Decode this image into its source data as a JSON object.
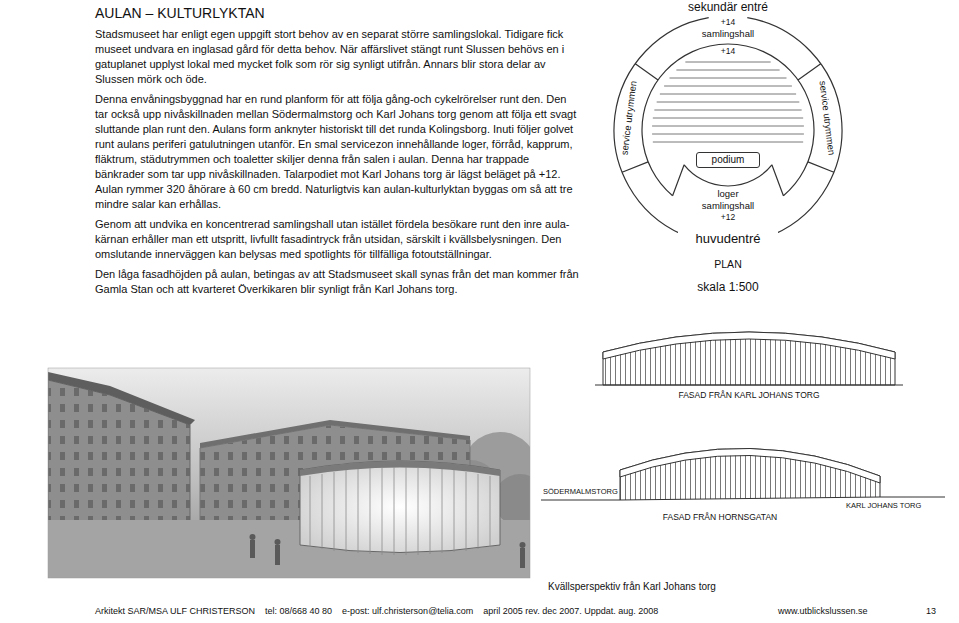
{
  "diagram": {
    "title": "AULAN – KULTURLYKTAN",
    "caption": "Kvällsperspektiv från Karl Johans torg",
    "nodes": [
      {
        "text": [
          "sekundär entré",
          "huvudentré"
        ]
      },
      {
        "text": [
          "+14",
          "samlingshall"
        ],
        "in": 0
      },
      {
        "text": [
          "service utrymmen"
        ],
        "in": 0
      },
      {
        "text": [
          "service utrymmen"
        ],
        "in": 0
      },
      {
        "text": [
          "podium"
        ],
        "in": 0
      },
      {
        "text": [
          "loger",
          "samlingshall",
          "+12"
        ],
        "in": 0
      }
    ],
    "labels": [
      "Stadsmuseet har enligt egen uppgift stort behov av en separat större samlingslokal. Tidigare fick museet undvara en inglasad gård för detta behov. När affärslivet stängt runt Slussen behövs en i gatuplanet upplyst lokal med mycket folk som rör sig synligt utifrån. Annars blir stora delar av Slussen mörk och öde.",
      "Denna envåningsbyggnad har en rund planform för att följa gång-och cykelrörelser runt den. Den tar också upp nivåskillnaden mellan Södermalmstorg och Karl Johans torg genom att följa ett svagt sluttande plan runt den. Aulans form anknyter historiskt till det runda Kolingsborg. Inuti följer golvet runt aulans periferi gatulutningen utanför. En smal servicezon innehållande loger, förråd, kapprum, fläktrum, städutrymmen och toaletter skiljer denna från salen i aulan. Denna har trappade bänkrader som tar upp nivåskillnaden. Talarpodiet mot Karl Johans torg är lägst beläget på +12. Aulan rymmer 320 åhörare à 60 cm bredd. Naturligtvis kan aulan-kulturlyktan byggas om så att tre mindre salar kan erhållas.",
      "Genom att undvika en koncentrerad samlingshall utan istället fördela besökare runt den inre aula-kärnan erhåller man ett utspritt, livfullt fasadintryck från utsidan, särskilt i kvällsbelysningen. Den omslutande innerväggen kan belysas med spotlights för tillfälliga fotoutställningar.",
      "Den låga fasadhöjden på aulan, betingas av att Stadsmuseet skall synas från det man kommer från Gamla Stan och att kvarteret Överkikaren blir synligt från Karl Johans torg.",
      "+14",
      "PLAN",
      "skala 1:500",
      "FASAD FRÅN KARL JOHANS TORG",
      "SÖDERMALMSTORG",
      "KARL JOHANS TORG",
      "FASAD FRÅN HORNSGATAN",
      "Arkitekt SAR/MSA ULF CHRISTERSON",
      "tel: 08/668 40 80",
      "e-post: ulf.christerson@telia.com",
      "april 2005 rev. dec 2007. Uppdat. aug. 2008",
      "www.utblickslussen.se",
      "13"
    ]
  }
}
